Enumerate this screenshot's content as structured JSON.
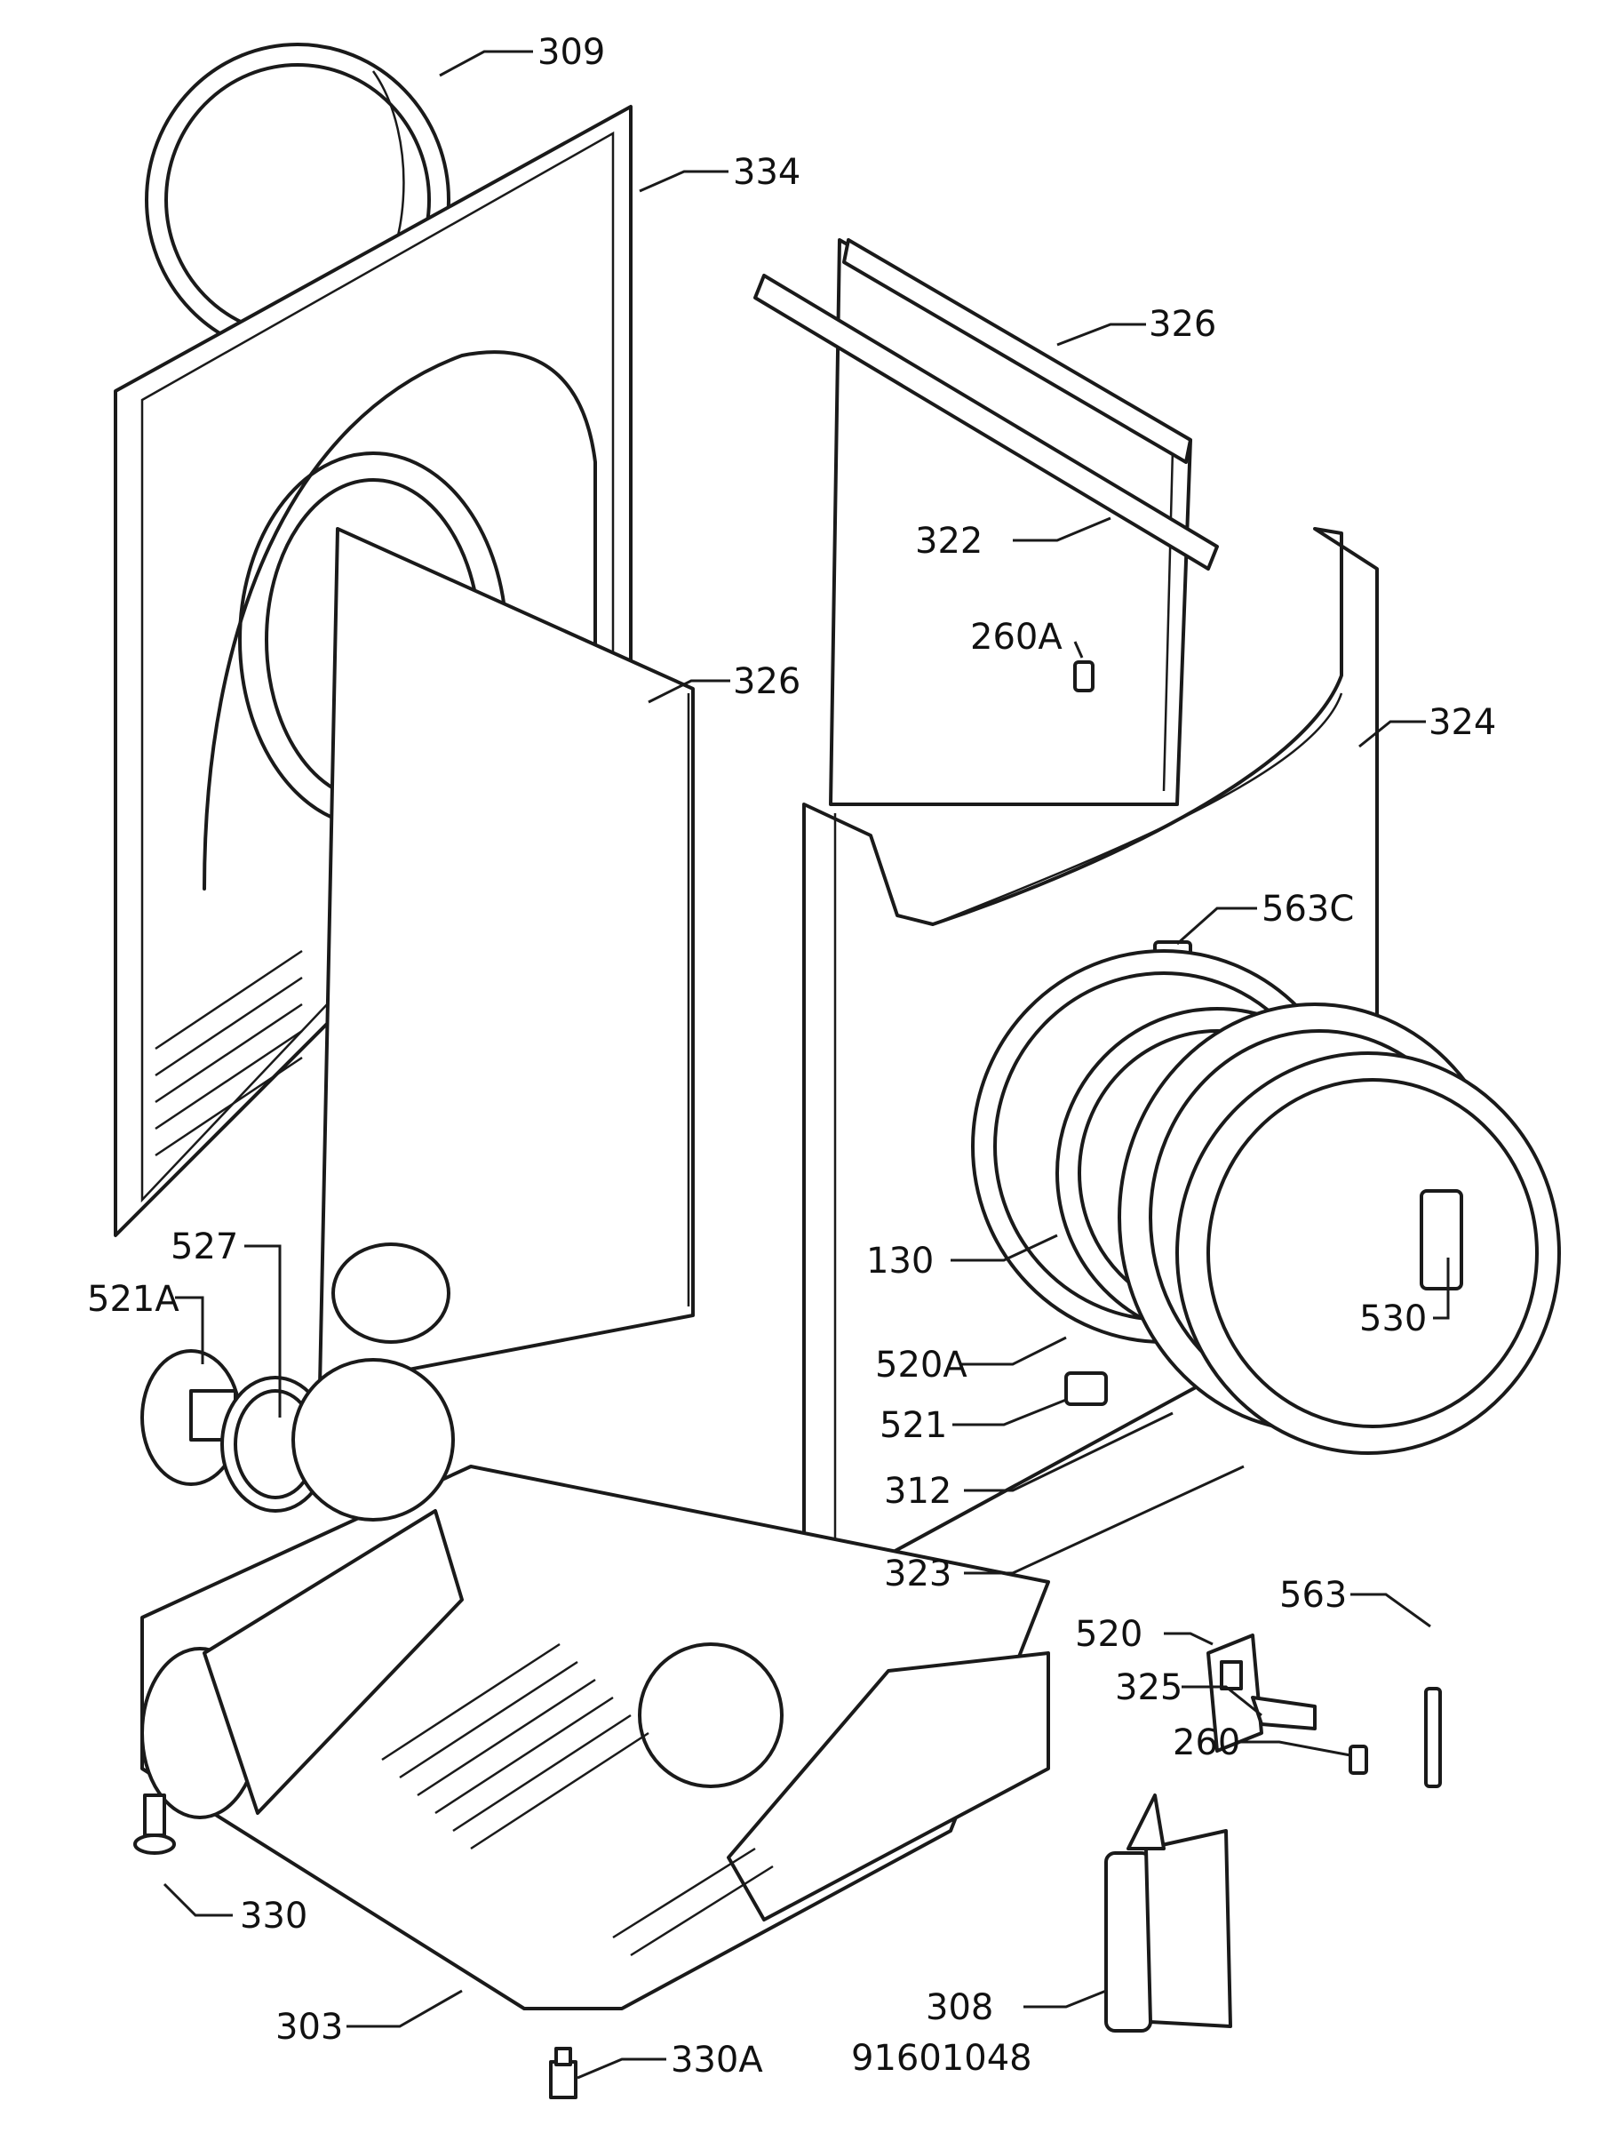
{
  "callouts": {
    "c309": "309",
    "c334": "334",
    "c326_top": "326",
    "c322": "322",
    "c260a": "260A",
    "c326_mid": "326",
    "c324": "324",
    "c563c": "563C",
    "c527": "527",
    "c521a": "521A",
    "c130": "130",
    "c530": "530",
    "c520a": "520A",
    "c521": "521",
    "c312": "312",
    "c323": "323",
    "c563": "563",
    "c520": "520",
    "c325": "325",
    "c260": "260",
    "c330": "330",
    "c303": "303",
    "c308": "308",
    "c330a": "330A"
  },
  "footer": {
    "drawing_number": "91601048"
  }
}
